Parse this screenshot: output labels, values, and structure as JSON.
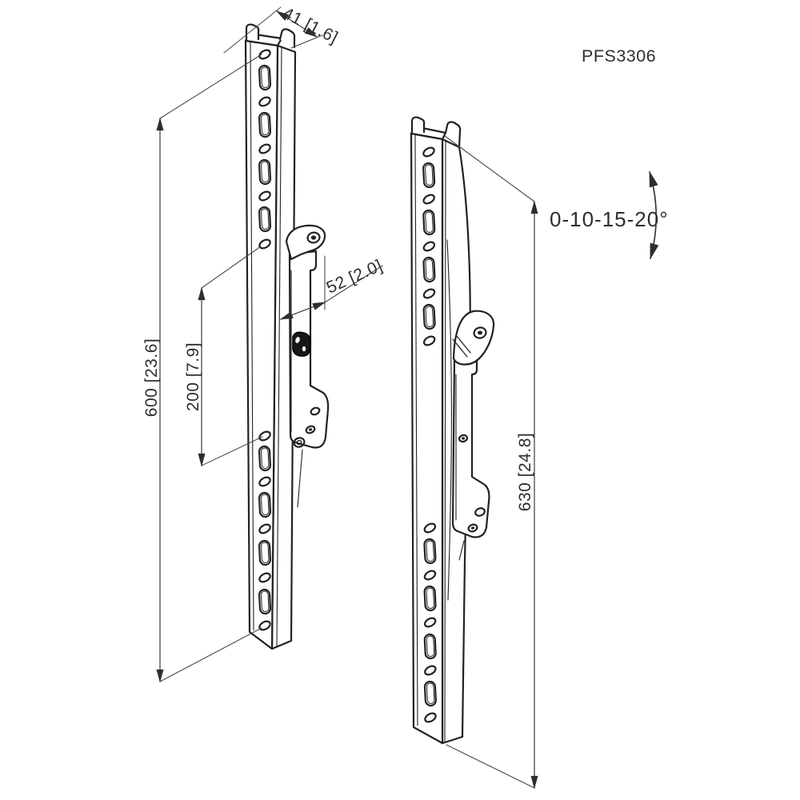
{
  "drawing": {
    "product_code": "PFS3306",
    "dimensions": {
      "top_width": "41 [1.6]",
      "left_height": "600 [23.6]",
      "hole_spacing": "200 [7.9]",
      "depth": "52 [2.0]",
      "right_height": "630 [24.8]",
      "tilt_angles": "0-10-15-20°"
    }
  },
  "colors": {
    "outline": "#222222",
    "dimension_line": "#4a4a4a",
    "text": "#2e2e2e",
    "background": "#ffffff"
  }
}
